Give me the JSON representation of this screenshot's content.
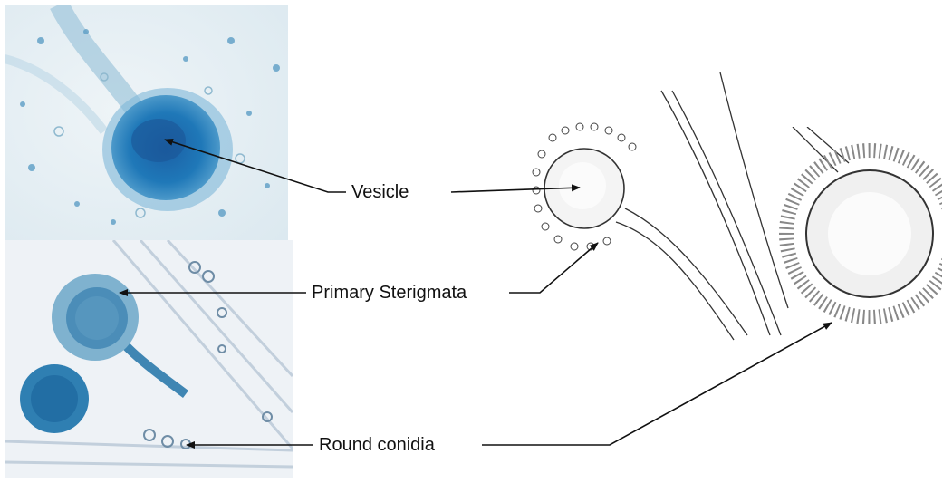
{
  "labels": {
    "vesicle": "Vesicle",
    "primary_sterigmata": "Primary Sterigmata",
    "round_conidia": "Round conidia"
  },
  "colors": {
    "stain_blue": "#1f6fb0",
    "stain_light": "#a9cde0",
    "background_photo": "#e9f1f6",
    "ink": "#222222"
  }
}
